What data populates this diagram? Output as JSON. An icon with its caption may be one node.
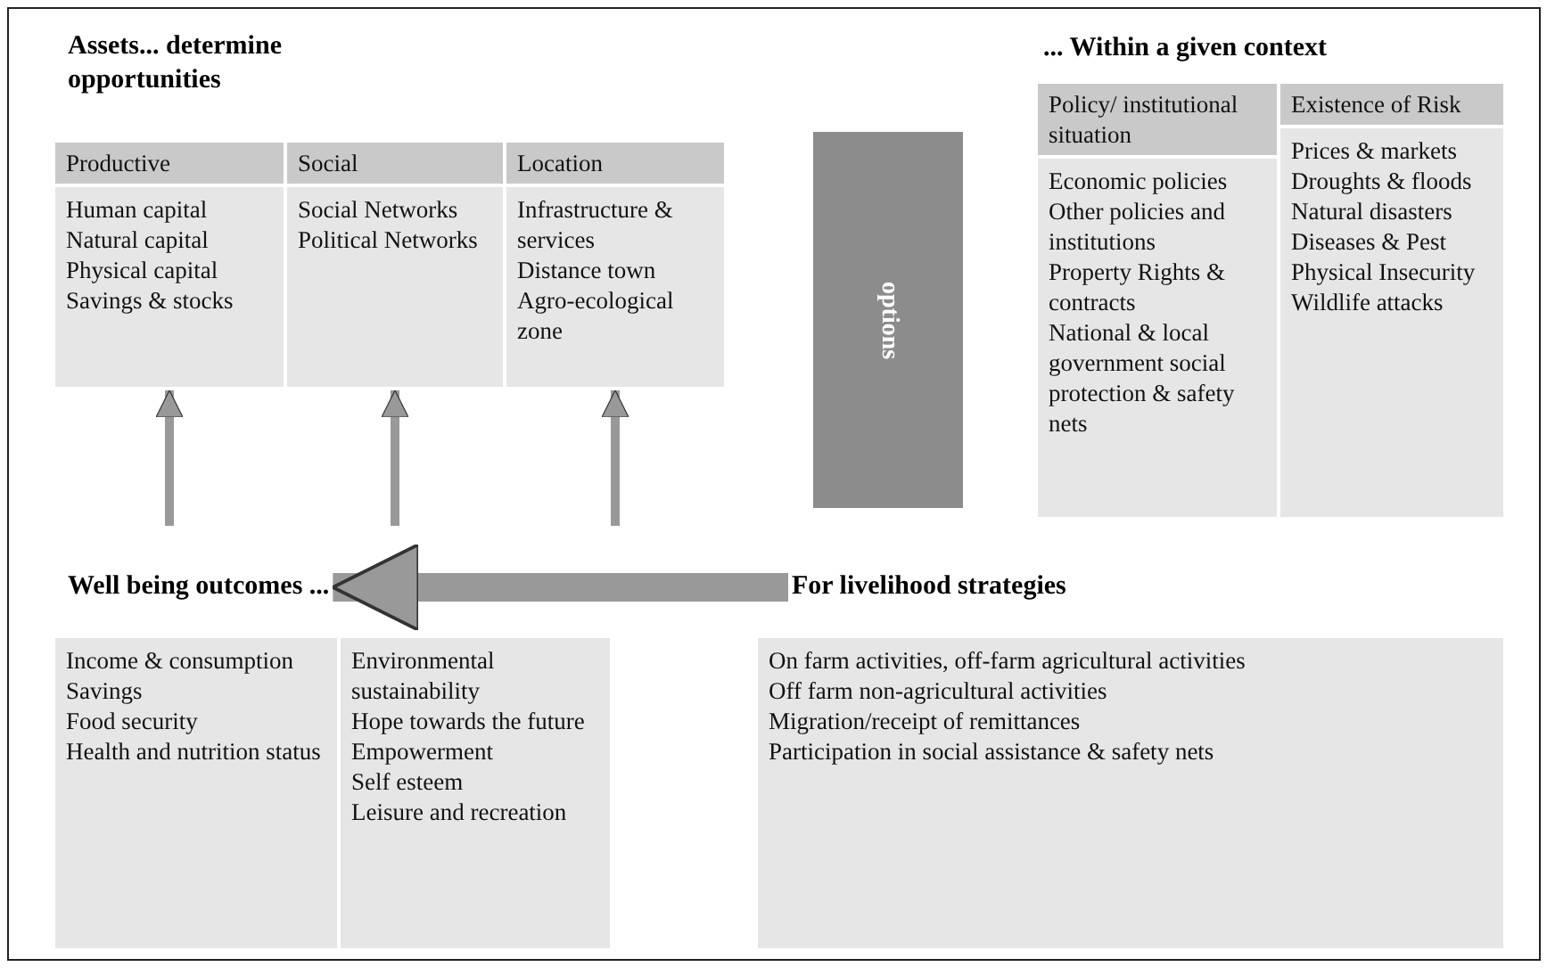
{
  "diagram": {
    "nodes": [
      {
        "text": [
          "Assets... determine opportunities"
        ]
      },
      {
        "text": [
          "Productive",
          "Human capital",
          "Natural capital",
          "Physical capital",
          "Savings & stocks"
        ]
      },
      {
        "text": [
          "Social",
          "Social Networks",
          "Political Networks"
        ]
      },
      {
        "text": [
          "Location",
          "Infrastructure & services",
          "Distance town",
          "Agro-ecological zone"
        ]
      },
      {
        "text": [
          "options"
        ]
      },
      {
        "text": [
          "... Within a given context"
        ]
      },
      {
        "text": [
          "Policy/ institutional situation",
          "Economic policies",
          "Other policies and institutions",
          "Property Rights & contracts",
          "National & local government social protection & safety nets"
        ]
      },
      {
        "text": [
          "Existence of Risk",
          "Prices & markets",
          "Droughts & floods",
          "Natural disasters",
          "Diseases & Pest",
          "Physical Insecurity",
          "Wildlife attacks"
        ]
      },
      {
        "text": [
          "Well being outcomes ..."
        ]
      },
      {
        "text": [
          "Income & consumption",
          "Savings",
          "Food security",
          "Health and nutrition status"
        ]
      },
      {
        "text": [
          "Environmental sustainability",
          "Hope towards the future",
          "Empowerment",
          "Self esteem",
          "Leisure and recreation"
        ]
      },
      {
        "text": [
          "For livelihood strategies"
        ]
      },
      {
        "text": [
          "On farm activities, off-farm agricultural activities",
          "Off farm non-agricultural activities",
          "Migration/receipt of remittances",
          "Participation in social assistance & safety nets"
        ]
      }
    ],
    "edges": [
      {
        "from": null,
        "to": 1,
        "arrow": "to"
      },
      {
        "from": null,
        "to": 2,
        "arrow": "to"
      },
      {
        "from": null,
        "to": 3,
        "arrow": "to"
      },
      {
        "from": 11,
        "to": 8,
        "arrow": "to",
        "style": "thick"
      }
    ]
  }
}
